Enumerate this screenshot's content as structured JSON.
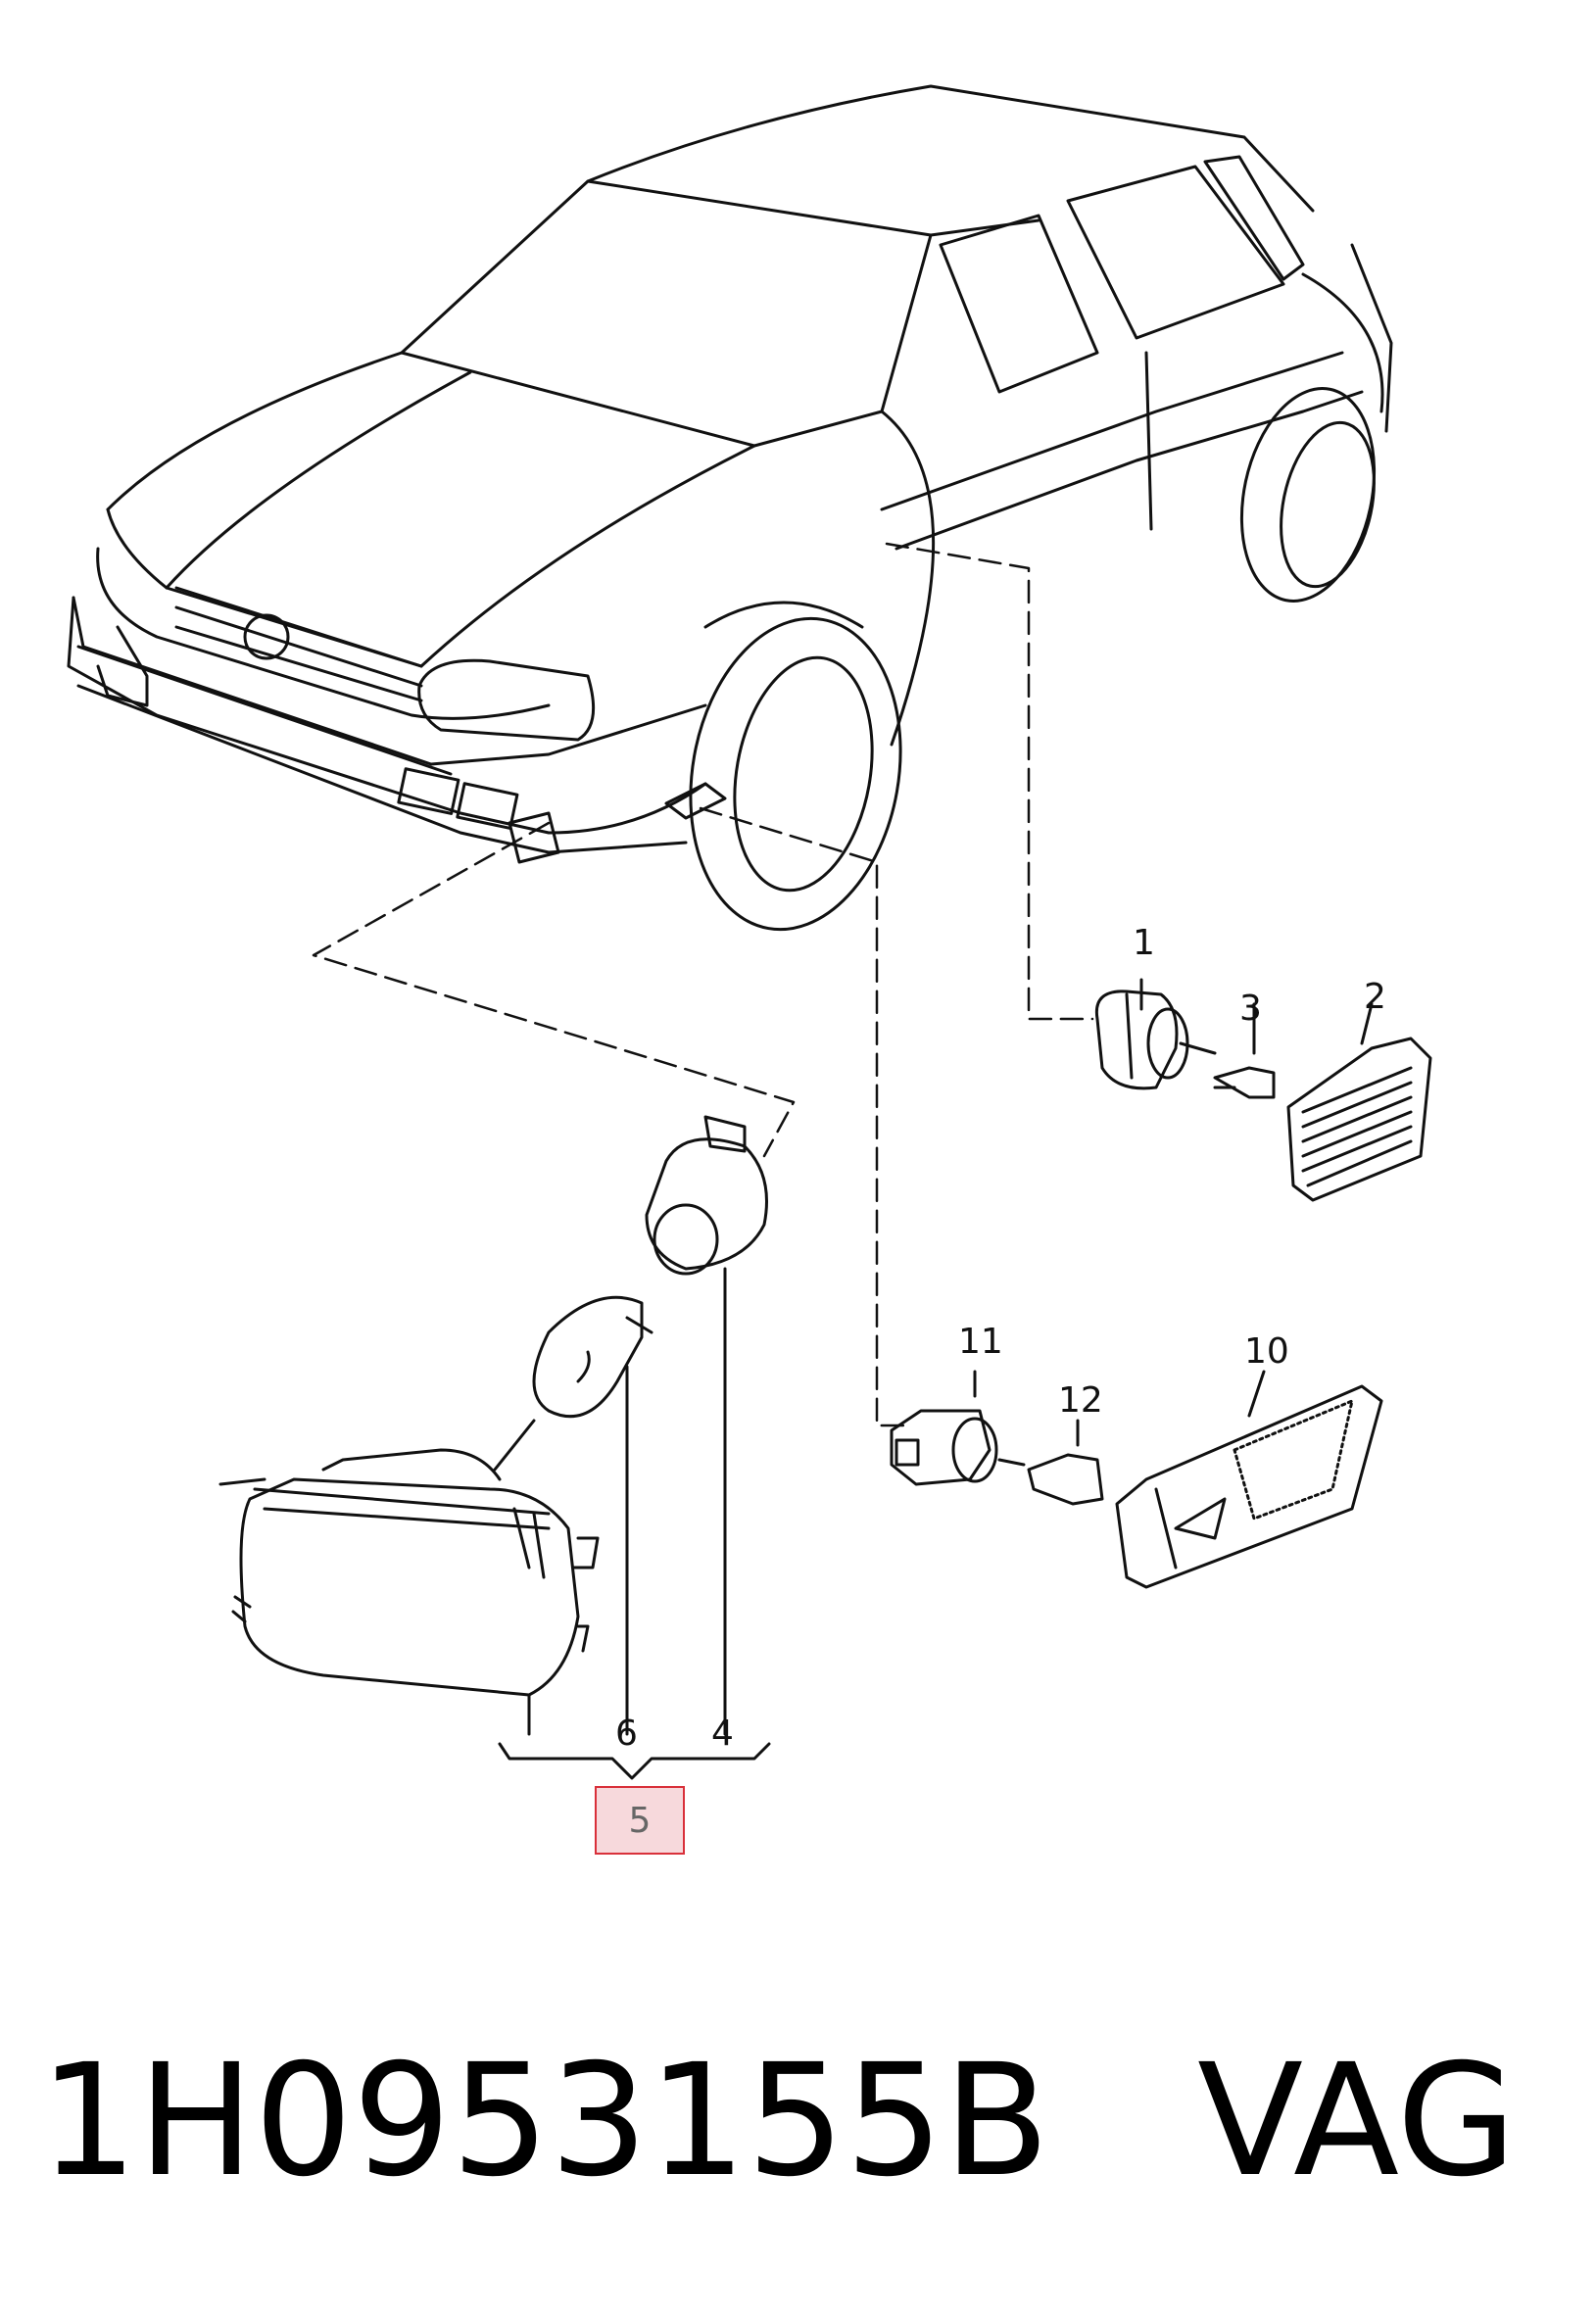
{
  "callouts": {
    "c1": "1",
    "c2": "2",
    "c3": "3",
    "c4": "4",
    "c5": "5",
    "c6": "6",
    "c10": "10",
    "c11": "11",
    "c12": "12"
  },
  "footer": {
    "part_number": "1H0953155B",
    "brand": "VAG"
  },
  "colors": {
    "highlight_border": "#d9303a",
    "highlight_fill": "#f7d9dc"
  }
}
